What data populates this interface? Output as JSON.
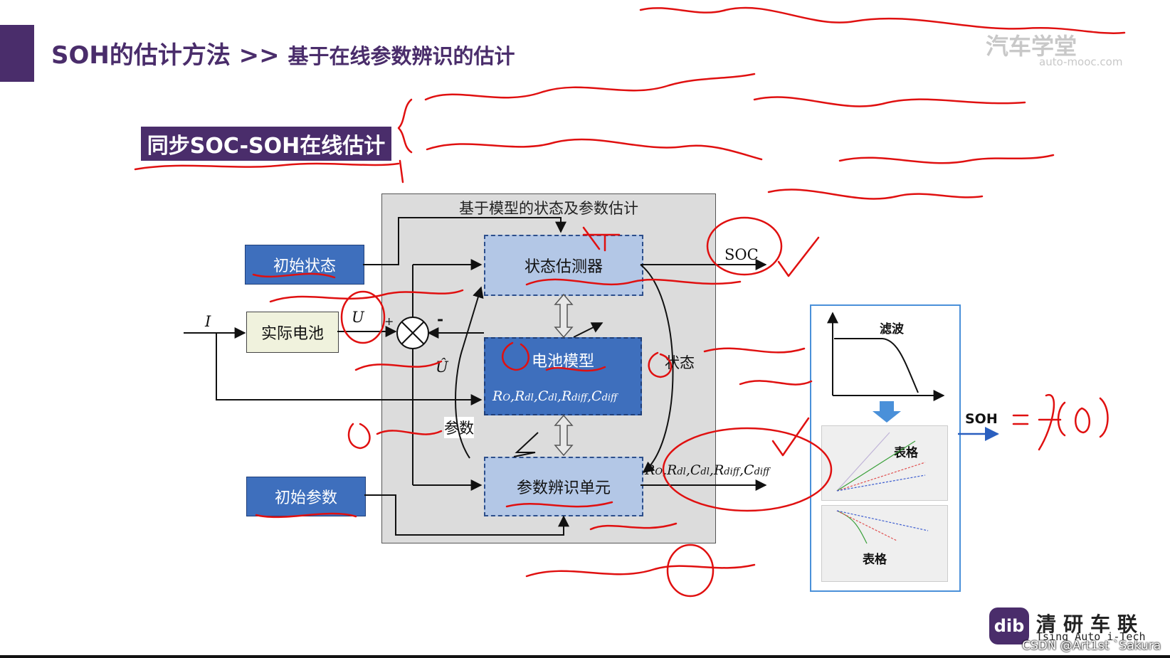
{
  "slide": {
    "title": "SOH的估计方法 >> ",
    "title_sub": "基于在线参数辨识的估计",
    "subtitle": "同步SOC-SOH在线估计"
  },
  "diagram": {
    "panel_title": "基于模型的状态及参数估计",
    "initial_state": "初始状态",
    "initial_params": "初始参数",
    "real_battery": "实际电池",
    "state_observer": "状态估测器",
    "battery_model": "电池模型",
    "param_id_unit": "参数辨识单元",
    "input_I": "I",
    "output_U": "U",
    "estimate_U": "Û",
    "plus": "+",
    "minus": "-",
    "soc_out": "SOC",
    "state_label": "状态",
    "param_label": "参数",
    "model_params": {
      "r": "R",
      "r_sub": "O",
      "rd": "R",
      "rd_sub": "dl",
      "cd": "C",
      "cd_sub": "dl",
      "rdiff": "R",
      "rdiff_sub": "diff",
      "cdiff": "C",
      "cdiff_sub": "diff"
    },
    "filter_label": "滤波",
    "table_label_1": "表格",
    "table_label_2": "表格",
    "soh_label": "SOH"
  },
  "branding": {
    "logo_mark": "dib",
    "company_cn": "清研车联",
    "company_en": "Tsing Auto i-Tech",
    "watermark_cn": "汽车学堂",
    "watermark_en": "auto-mooc.com",
    "credit": "CSDN @Art1st `Sakura"
  },
  "colors": {
    "title": "#4a2d6b",
    "box_blue": "#3e6fbd",
    "box_light_blue": "#b3c7e6",
    "annotation_red": "#e01010",
    "panel_gray": "#dcdcdc"
  }
}
